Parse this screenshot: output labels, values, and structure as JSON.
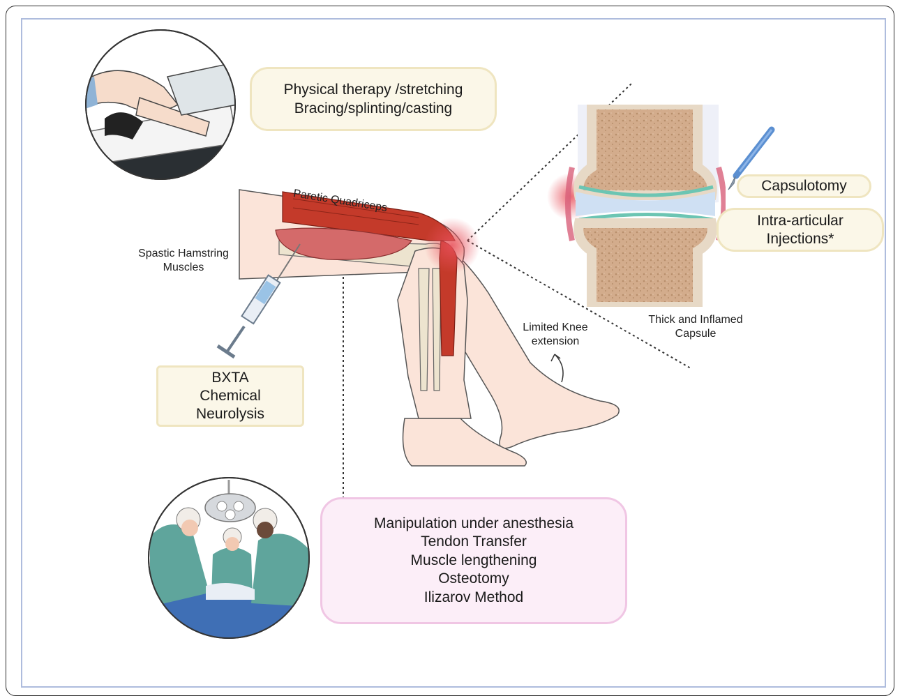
{
  "conservative": {
    "line1": "Physical therapy /stretching",
    "line2": "Bracing/splinting/casting"
  },
  "chemical": {
    "line1": "BXTA",
    "line2": "Chemical",
    "line3": "Neurolysis"
  },
  "surgical": {
    "items": [
      "Manipulation under anesthesia",
      "Tendon Transfer",
      "Muscle lengthening",
      "Osteotomy",
      "Ilizarov Method"
    ]
  },
  "joint": {
    "capsulotomy": "Capsulotomy",
    "injection_line1": "Intra-articular",
    "injection_line2": "Injections*"
  },
  "labels": {
    "quadriceps": "Paretic Quadriceps",
    "hamstring_line1": "Spastic Hamstring",
    "hamstring_line2": "Muscles",
    "knee_line1": "Limited Knee",
    "knee_line2": "extension",
    "capsule_line1": "Thick and Inflamed",
    "capsule_line2": "Capsule"
  },
  "colors": {
    "frame": "#aebcdd",
    "yellow_box": "#fbf7e8",
    "pink_box": "#fceef8",
    "muscle": "#c43a2a",
    "bone": "#c8a17e",
    "inflammation": "#e8505b"
  },
  "icons": [
    "therapist-stretching-illustration",
    "syringe-icon",
    "scalpel-icon",
    "knee-joint-illustration",
    "surgeons-illustration",
    "leg-illustration"
  ]
}
